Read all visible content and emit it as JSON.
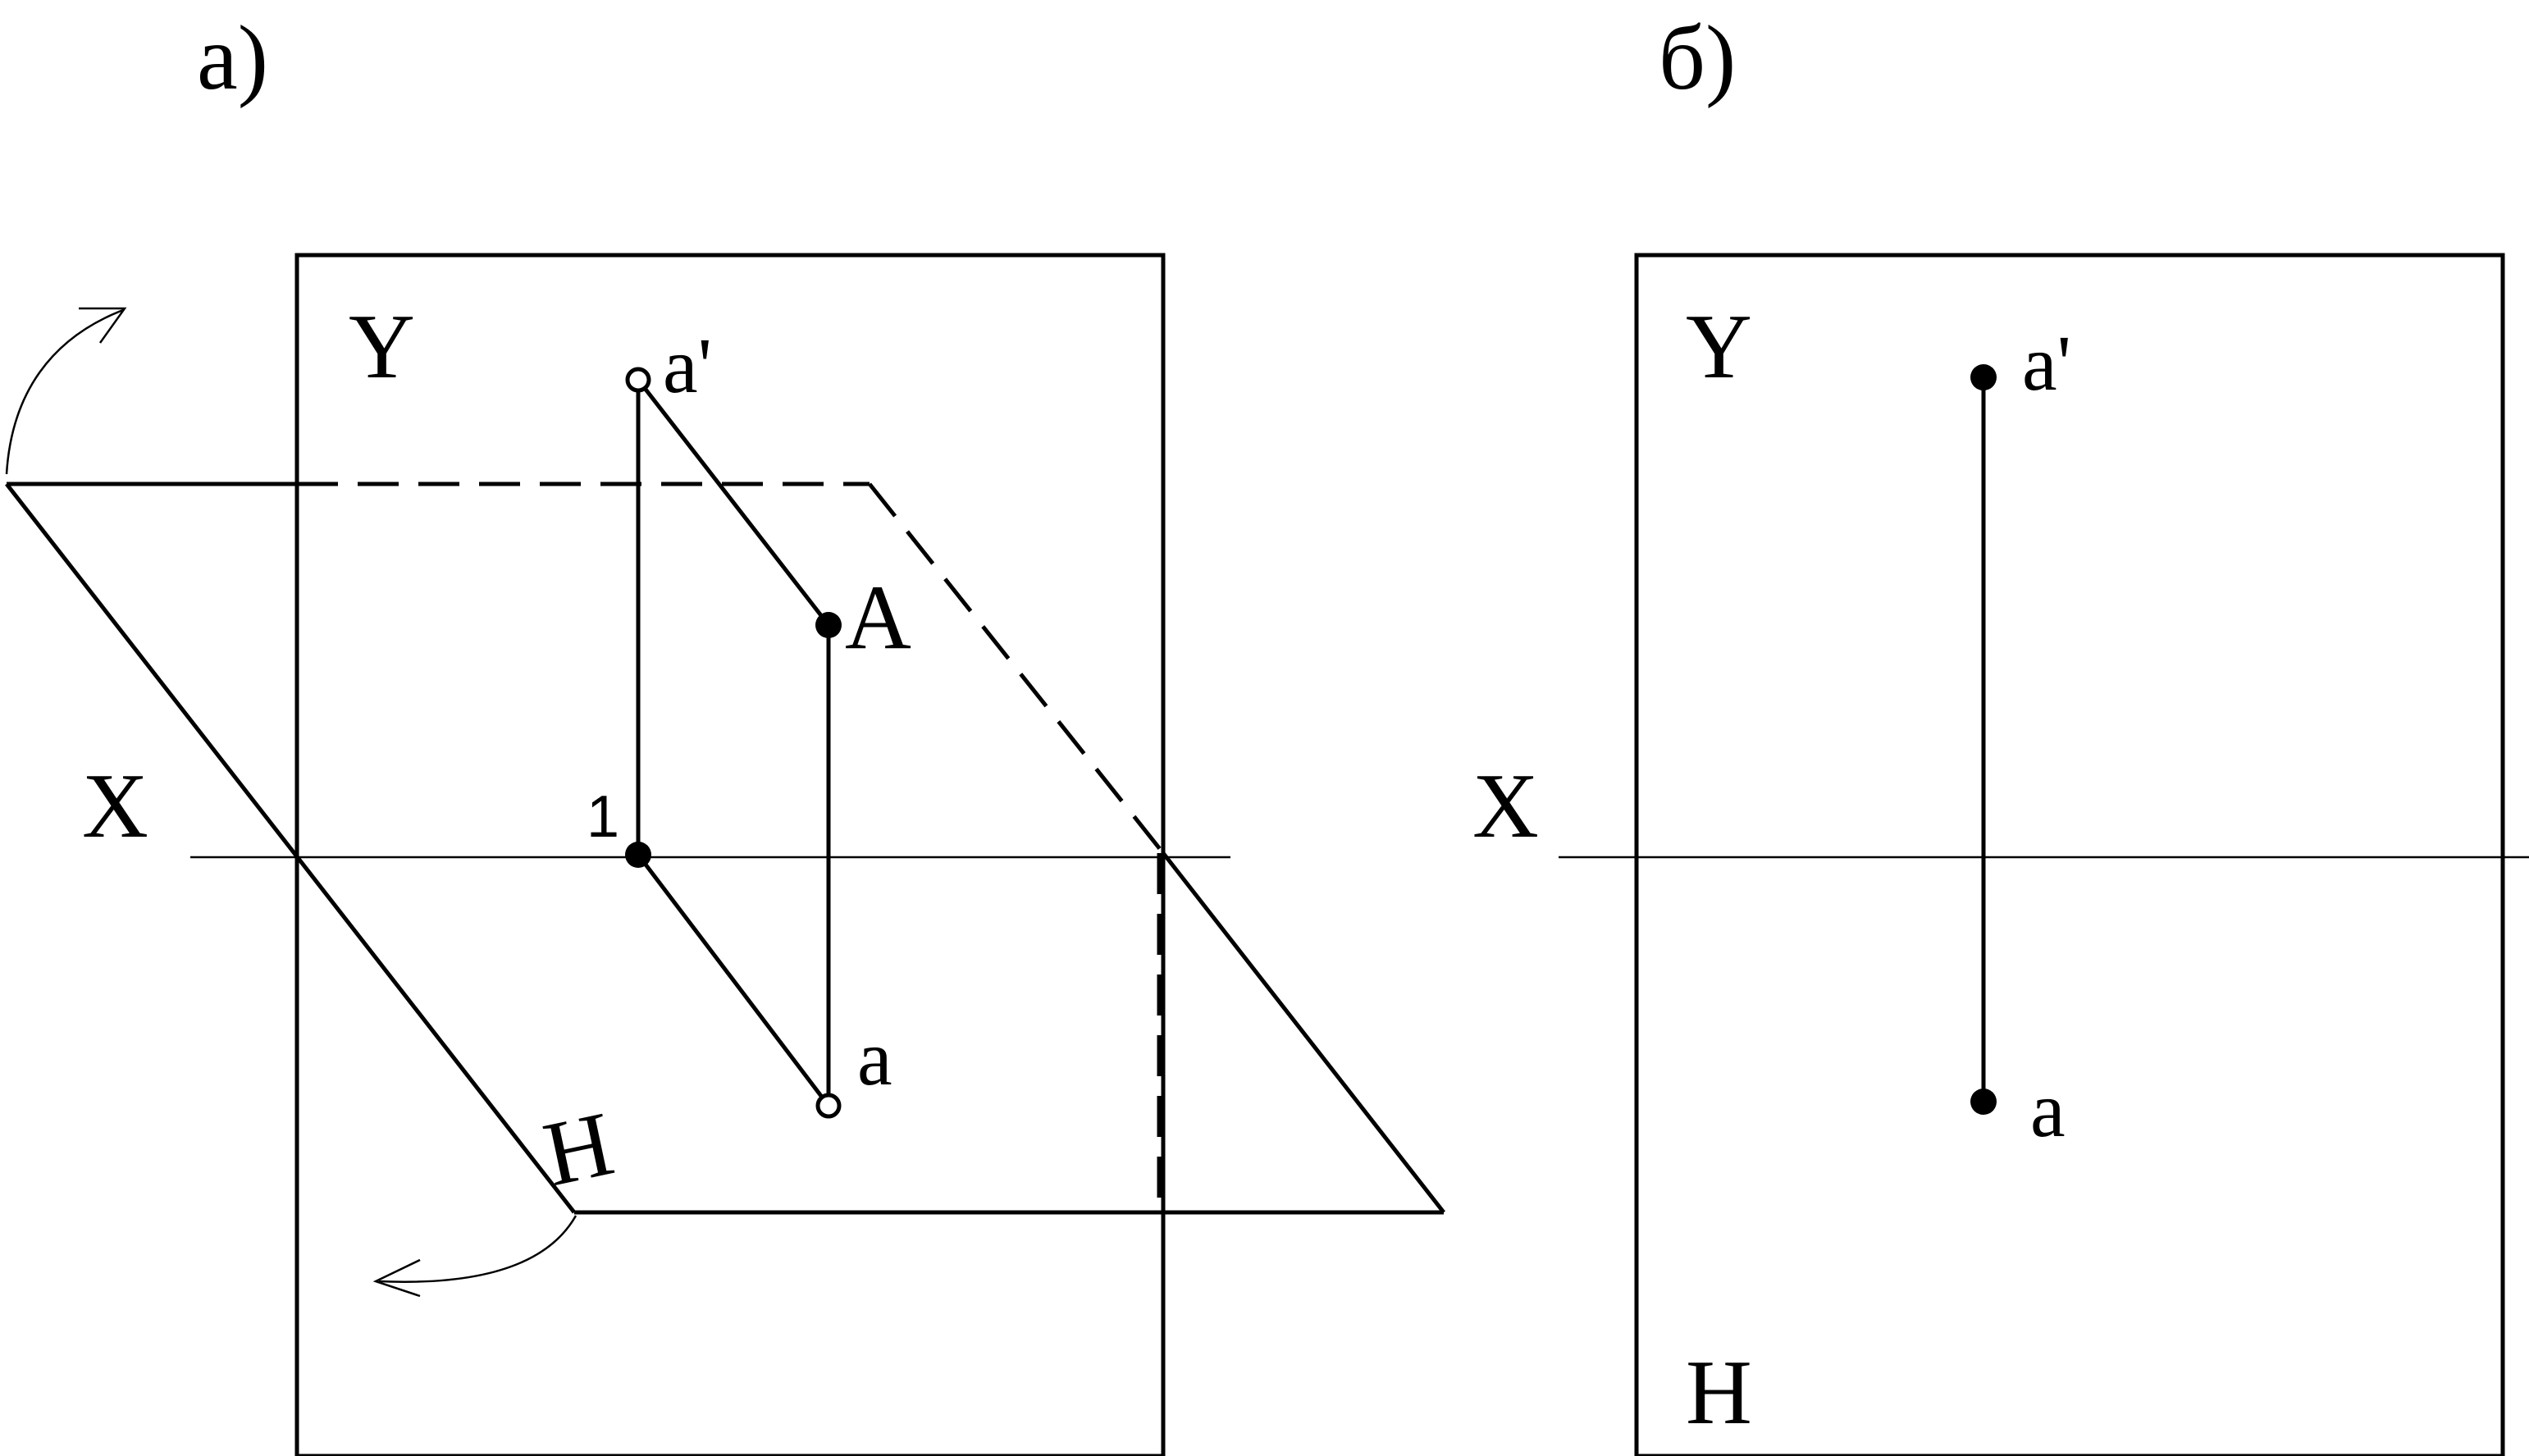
{
  "colors": {
    "ink": "#000000",
    "paper": "#ffffff"
  },
  "panel_a": {
    "caption": "а)",
    "plane_vertical": "Y",
    "plane_horizontal": "H",
    "axis": "X",
    "point_space": "A",
    "point_front": "a'",
    "point_top": "a",
    "point_axis": "1"
  },
  "panel_b": {
    "caption": "б)",
    "plane_vertical": "Y",
    "plane_horizontal": "H",
    "axis": "X",
    "point_front": "a'",
    "point_top": "a"
  }
}
